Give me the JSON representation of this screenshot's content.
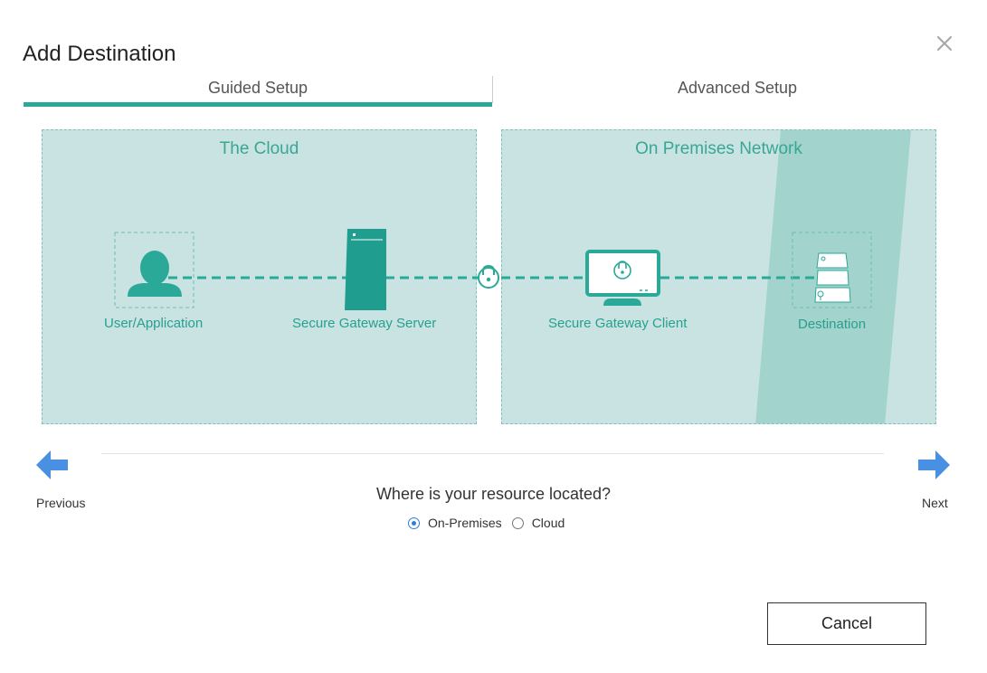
{
  "dialog": {
    "title": "Add Destination"
  },
  "tabs": [
    {
      "label": "Guided Setup",
      "active": true
    },
    {
      "label": "Advanced Setup",
      "active": false
    }
  ],
  "diagram": {
    "cloud_title": "The Cloud",
    "onprem_title": "On Premises Network",
    "nodes": {
      "user": "User/Application",
      "server": "Secure Gateway Server",
      "client": "Secure Gateway Client",
      "destination": "Destination"
    },
    "accent_color": "#2aa898",
    "panel_color": "#c8e3e1"
  },
  "navigation": {
    "previous_label": "Previous",
    "next_label": "Next",
    "arrow_color": "#4a90e2"
  },
  "question": {
    "text": "Where is your resource located?",
    "options": [
      {
        "label": "On-Premises",
        "selected": true
      },
      {
        "label": "Cloud",
        "selected": false
      }
    ]
  },
  "footer": {
    "cancel_label": "Cancel"
  }
}
